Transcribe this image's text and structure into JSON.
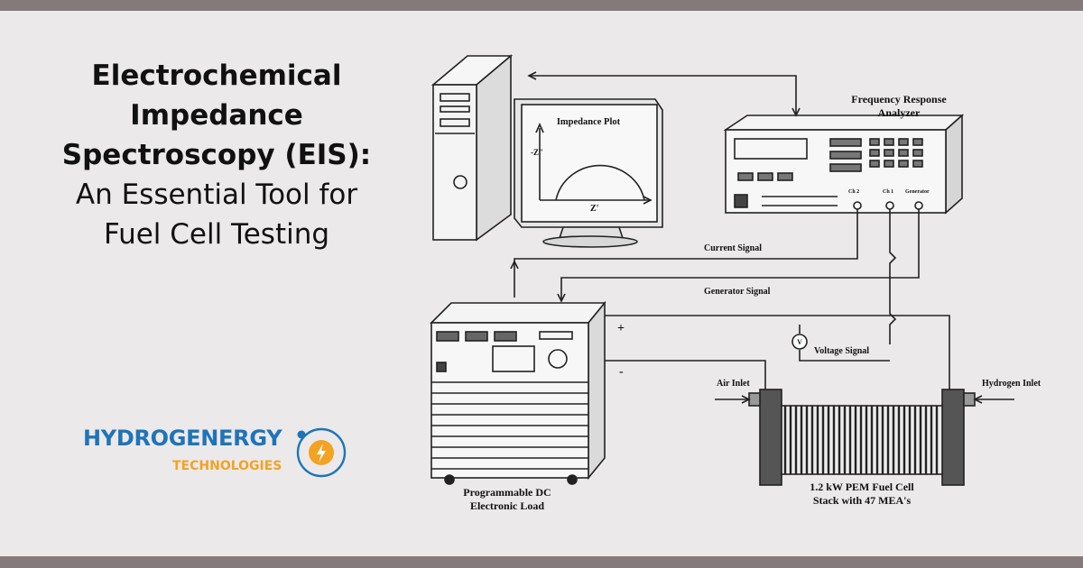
{
  "theme": {
    "band_color": "#857a7b",
    "background": "#ece9ea",
    "logo_blue": "#1f74b8",
    "logo_orange": "#f2a323",
    "line_color": "#222222"
  },
  "title": {
    "line1": "Electrochemical",
    "line2": "Impedance",
    "line3": "Spectroscopy (EIS):",
    "line4": "An Essential Tool for",
    "line5": "Fuel Cell Testing"
  },
  "logo": {
    "name": "HYDROGENERGY",
    "sub": "TECHNOLOGIES",
    "icon": "lightning-bolt-icon"
  },
  "diagram": {
    "monitor_title": "Impedance Plot",
    "axis_y": "-Z\"",
    "axis_x": "Z'",
    "fra_label_1": "Frequency Response",
    "fra_label_2": "Analyzer",
    "ch2": "Ch 2",
    "ch1": "Ch 1",
    "generator": "Generator",
    "current_signal": "Current Signal",
    "generator_signal": "Generator Signal",
    "voltage_signal": "Voltage Signal",
    "voltmeter": "V",
    "plus": "+",
    "minus": "-",
    "air_inlet": "Air Inlet",
    "hydrogen_inlet": "Hydrogen Inlet",
    "load_label_1": "Programmable DC",
    "load_label_2": "Electronic Load",
    "stack_label_1": "1.2 kW PEM Fuel Cell",
    "stack_label_2": "Stack with 47 MEA's"
  }
}
